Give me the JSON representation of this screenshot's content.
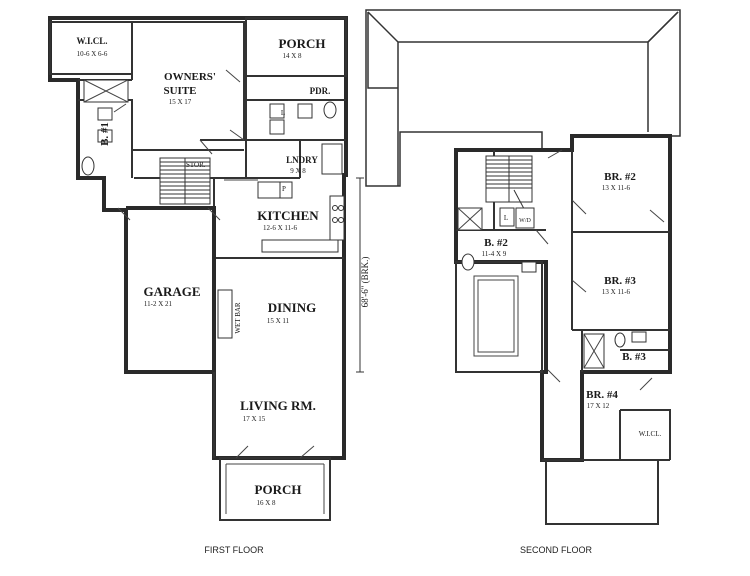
{
  "first_floor": {
    "caption": "FIRST FLOOR",
    "rooms": {
      "wicl": {
        "name": "W.I.CL.",
        "dim": "10-6 X 6-6"
      },
      "owners_suite": {
        "name_line1": "OWNERS'",
        "name_line2": "SUITE",
        "dim": "15 X 17"
      },
      "porch_rear": {
        "name": "PORCH",
        "dim": "14 X 8"
      },
      "pdr": {
        "name": "PDR."
      },
      "bath1": {
        "name": "B. #1"
      },
      "stor": {
        "name": "STOR."
      },
      "lndry": {
        "name": "LNDRY",
        "dim": "9 X 8"
      },
      "kitchen": {
        "name": "KITCHEN",
        "dim": "12-6 X 11-6"
      },
      "garage": {
        "name": "GARAGE",
        "dim": "11-2 X 21"
      },
      "dining": {
        "name": "DINING",
        "dim": "15 X 11"
      },
      "wet_bar": {
        "name": "WET BAR"
      },
      "living": {
        "name": "LIVING RM.",
        "dim": "17 X 15"
      },
      "porch_front": {
        "name": "PORCH",
        "dim": "16 X 8"
      }
    },
    "overall_dimension": "68'-6\" (BRK.)",
    "fixture_labels": {
      "laundry_l": "L",
      "pantry_p": "P"
    }
  },
  "second_floor": {
    "caption": "SECOND FLOOR",
    "rooms": {
      "br2": {
        "name": "BR. #2",
        "dim": "13 X 11-6"
      },
      "b2": {
        "name": "B. #2",
        "dim": "11-4 X 9"
      },
      "br3": {
        "name": "BR. #3",
        "dim": "13 X 11-6"
      },
      "b3": {
        "name": "B. #3"
      },
      "br4": {
        "name": "BR. #4",
        "dim": "17 X 12"
      },
      "wicl": {
        "name": "W.I.CL."
      }
    },
    "fixture_labels": {
      "linen_l": "L",
      "washer_dryer": "W/D"
    }
  }
}
